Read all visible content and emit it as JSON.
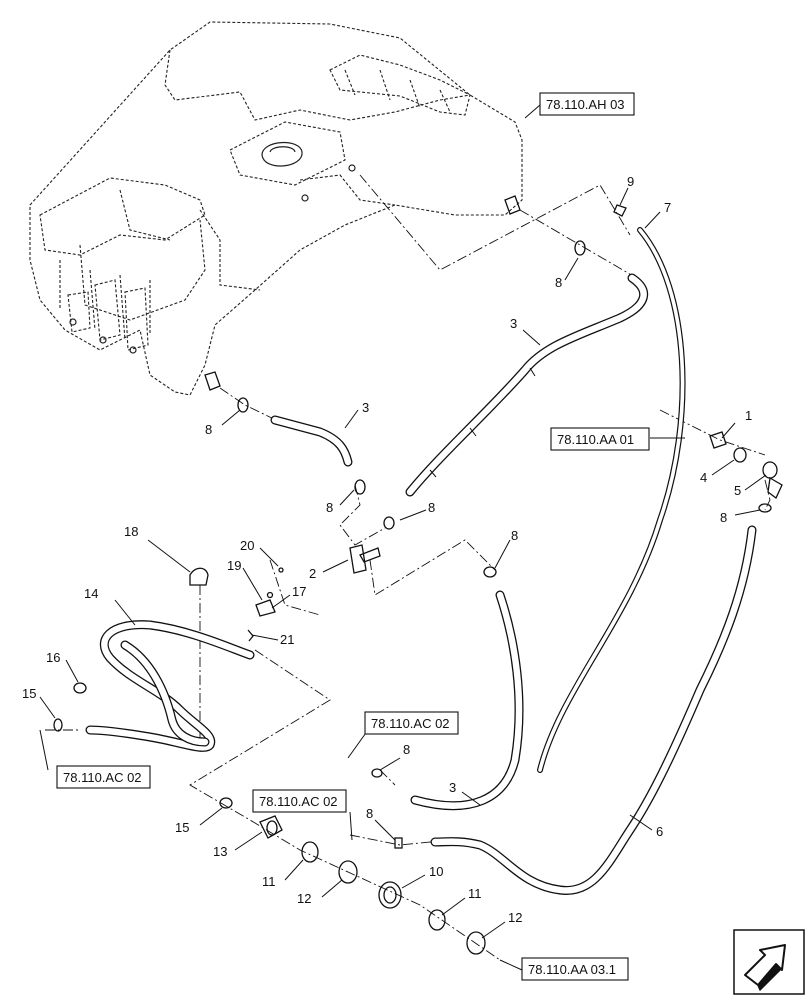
{
  "references": [
    {
      "id": "ref-ah03",
      "label": "78.110.AH 03"
    },
    {
      "id": "ref-aa01",
      "label": "78.110.AA 01"
    },
    {
      "id": "ref-ac02-mid",
      "label": "78.110.AC 02"
    },
    {
      "id": "ref-ac02-left",
      "label": "78.110.AC 02"
    },
    {
      "id": "ref-ac02-bottom",
      "label": "78.110.AC 02"
    },
    {
      "id": "ref-aa031",
      "label": "78.110.AA 03.1"
    }
  ],
  "callouts": [
    {
      "id": "c1",
      "label": "1"
    },
    {
      "id": "c2",
      "label": "2"
    },
    {
      "id": "c3a",
      "label": "3"
    },
    {
      "id": "c3b",
      "label": "3"
    },
    {
      "id": "c3c",
      "label": "3"
    },
    {
      "id": "c4",
      "label": "4"
    },
    {
      "id": "c5",
      "label": "5"
    },
    {
      "id": "c6",
      "label": "6"
    },
    {
      "id": "c7",
      "label": "7"
    },
    {
      "id": "c8a",
      "label": "8"
    },
    {
      "id": "c8b",
      "label": "8"
    },
    {
      "id": "c8c",
      "label": "8"
    },
    {
      "id": "c8d",
      "label": "8"
    },
    {
      "id": "c8e",
      "label": "8"
    },
    {
      "id": "c8f",
      "label": "8"
    },
    {
      "id": "c8g",
      "label": "8"
    },
    {
      "id": "c8h",
      "label": "8"
    },
    {
      "id": "c9",
      "label": "9"
    },
    {
      "id": "c10",
      "label": "10"
    },
    {
      "id": "c11a",
      "label": "11"
    },
    {
      "id": "c11b",
      "label": "11"
    },
    {
      "id": "c12a",
      "label": "12"
    },
    {
      "id": "c12b",
      "label": "12"
    },
    {
      "id": "c13",
      "label": "13"
    },
    {
      "id": "c14",
      "label": "14"
    },
    {
      "id": "c15a",
      "label": "15"
    },
    {
      "id": "c15b",
      "label": "15"
    },
    {
      "id": "c16",
      "label": "16"
    },
    {
      "id": "c17",
      "label": "17"
    },
    {
      "id": "c18",
      "label": "18"
    },
    {
      "id": "c19",
      "label": "19"
    },
    {
      "id": "c20",
      "label": "20"
    },
    {
      "id": "c21",
      "label": "21"
    }
  ],
  "nav_icon": "next-page-arrow-icon"
}
